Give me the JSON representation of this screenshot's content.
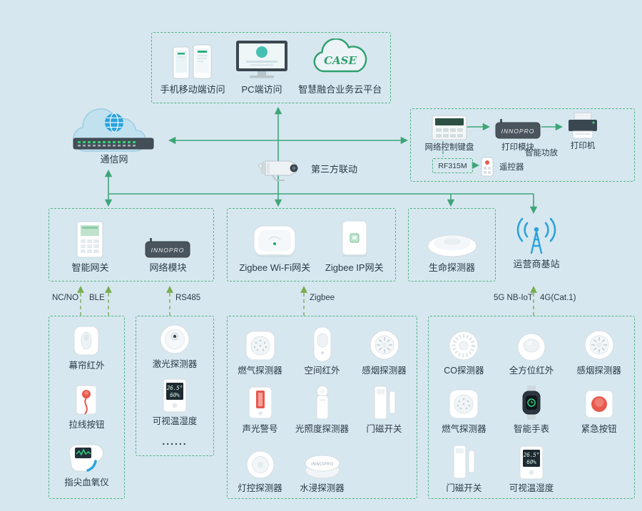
{
  "colors": {
    "background": "#d7e7f0",
    "line_green": "#3fa578",
    "box_green": "#4db583",
    "dash_green": "#79ad52",
    "blue": "#2aa3dc",
    "text": "#2b3a44"
  },
  "brand": "INNOPRO",
  "readouts": {
    "temperature": "26.5°",
    "humidity": "60%"
  },
  "top_platform": {
    "items": [
      {
        "label": "手机移动端访问",
        "icon": "mobile"
      },
      {
        "label": "PC端访问",
        "icon": "pc"
      },
      {
        "label": "智慧融合业务云平台",
        "icon": "cloud-case",
        "badge": "CASE"
      }
    ]
  },
  "comm_cloud": {
    "label": "通信网",
    "icon": "network-cloud"
  },
  "third_party": {
    "label": "第三方联动",
    "icon": "camera"
  },
  "peripherals": {
    "keyboard": {
      "label": "网络控制键盘",
      "icon": "control-keyboard"
    },
    "print_module": {
      "label": "打印模块",
      "icon": "innopro-module"
    },
    "printer": {
      "label": "打印机",
      "icon": "printer"
    },
    "amplifier": {
      "label": "智能功放"
    },
    "rf_module": {
      "label": "RF315M"
    },
    "remote": {
      "label": "遥控器",
      "icon": "remote"
    }
  },
  "gateways": {
    "smart_gateway": {
      "label": "智能网关",
      "icon": "wall-gateway"
    },
    "network_module": {
      "label": "网络模块",
      "icon": "innopro-module"
    },
    "zigbee_wifi_gateway": {
      "label": "Zigbee Wi-Fi网关",
      "icon": "ap-gateway"
    },
    "zigbee_ip_gateway": {
      "label": "Zigbee IP网关",
      "icon": "ip-gateway"
    },
    "life_detector": {
      "label": "生命探测器",
      "icon": "ceiling-disc"
    },
    "base_station": {
      "label": "运营商基站",
      "icon": "antenna"
    }
  },
  "protocols": {
    "nc_no": "NC/NO",
    "ble": "BLE",
    "rs485": "RS485",
    "zigbee": "Zigbee",
    "nb_iot": "5G NB-IoT",
    "cat1": "4G(Cat.1)"
  },
  "wired_devices": {
    "items": [
      {
        "label": "幕帘红外",
        "icon": "curtain-ir"
      },
      {
        "label": "拉线按钮",
        "icon": "pull-button"
      },
      {
        "label": "指尖血氧仪",
        "icon": "oximeter"
      }
    ]
  },
  "rs485_devices": {
    "items": [
      {
        "label": "激光探测器",
        "icon": "laser-detector"
      },
      {
        "label": "可视温湿度",
        "icon": "temp-display"
      },
      {
        "label": "......",
        "icon": ""
      }
    ]
  },
  "zigbee_devices": {
    "items": [
      {
        "label": "燃气探测器",
        "icon": "gas-detector"
      },
      {
        "label": "空间红外",
        "icon": "space-ir"
      },
      {
        "label": "感烟探测器",
        "icon": "smoke-detector"
      },
      {
        "label": "声光警号",
        "icon": "siren"
      },
      {
        "label": "光照度探测器",
        "icon": "light-sensor"
      },
      {
        "label": "门磁开关",
        "icon": "door-contact"
      },
      {
        "label": "灯控探测器",
        "icon": "light-control"
      },
      {
        "label": "水浸探测器",
        "icon": "water-leak"
      }
    ]
  },
  "cellular_devices": {
    "items": [
      {
        "label": "CO探测器",
        "icon": "co-detector"
      },
      {
        "label": "全方位红外",
        "icon": "omni-ir"
      },
      {
        "label": "感烟探测器",
        "icon": "smoke-detector"
      },
      {
        "label": "燃气探测器",
        "icon": "gas-detector"
      },
      {
        "label": "智能手表",
        "icon": "watch"
      },
      {
        "label": "紧急按钮",
        "icon": "panic-button"
      },
      {
        "label": "门磁开关",
        "icon": "door-contact"
      },
      {
        "label": "可视温湿度",
        "icon": "temp-display"
      }
    ]
  }
}
